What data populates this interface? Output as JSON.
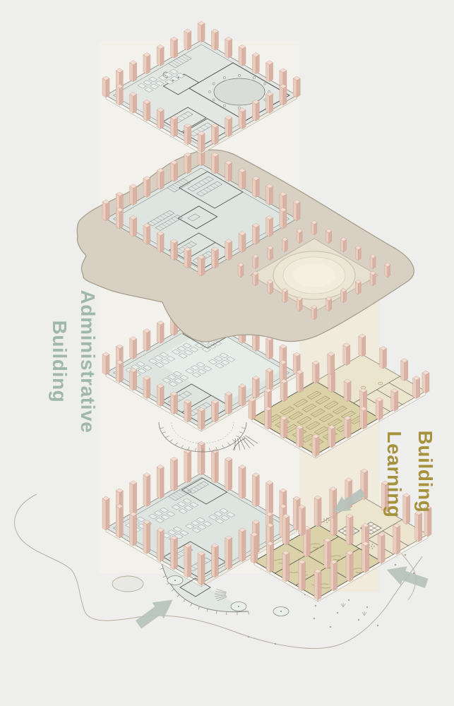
{
  "diagram": {
    "type": "exploded-axonometric-floor-plans",
    "buildings": [
      {
        "id": "administrative",
        "label_line1": "Administrative",
        "label_line2": "Building",
        "label_color": "#9fb7ac"
      },
      {
        "id": "learning",
        "label_line1": "Learning",
        "label_line2": "Building",
        "label_color": "#a6913c"
      }
    ],
    "palette": {
      "background": "#eeeeec",
      "band_admin": "#f3f1eb",
      "band_learning": "#f1eadb",
      "podium_fill": "#d8d1c3",
      "podium_edge": "#a79e8b",
      "hole_fill": "#e7e1d1",
      "dome_fill": "#ece6d5",
      "dome_inner": "#f2ecdc",
      "dome_edge": "#c6bda8",
      "admin_floor": "#dee5e1",
      "admin_floor_light": "#e9efeb",
      "learning_hall": "#dcd2a7",
      "learning_wing": "#ece5cd",
      "learning_ground": "#dcd2aa",
      "floor_edge": "#8e8a80",
      "slab_face": "#f7f5ef",
      "slab_face2": "#edeae0",
      "slab_edge": "#b5afa1",
      "wall_line": "#575751",
      "wall_light": "#6f6f68",
      "furniture_line": "#8e9598",
      "seat_line": "#958c5c",
      "squiggle_line": "#a59d6e",
      "column_mid": "#e9cdbf",
      "column_dark": "#d9b2a3",
      "column_top": "#f3ddd2",
      "column_edge": "#c59e8f",
      "arrow_fill": "#b5c1ba",
      "site_line": "#b3ad9e",
      "scatter_dot": "#a8a493",
      "detail_line": "#8a8a82"
    }
  }
}
